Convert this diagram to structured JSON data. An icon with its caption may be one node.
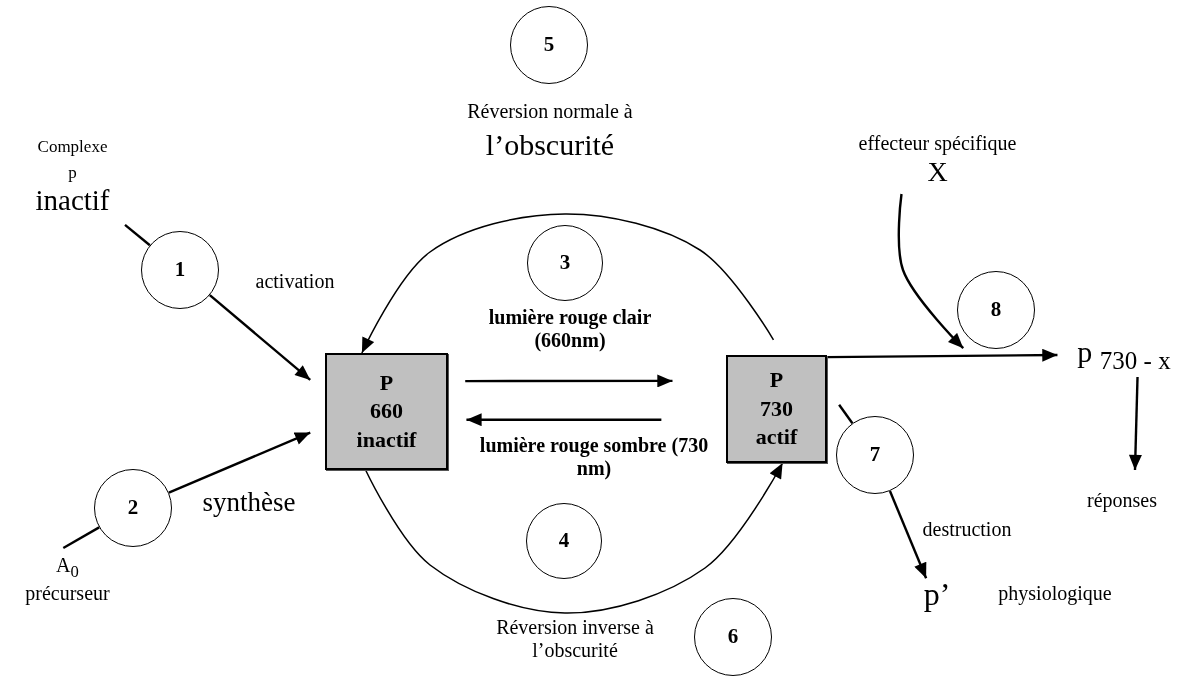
{
  "diagram": {
    "nodes": [
      {
        "text": [
          "Complexe",
          "p",
          "inactif"
        ]
      },
      {
        "text": [
          "1"
        ]
      },
      {
        "text": [
          "P 660 inactif"
        ]
      },
      {
        "text": [
          "2"
        ]
      },
      {
        "text": [
          "A$_{0}$",
          "précurseur"
        ]
      },
      {
        "text": [
          "P 730 actif"
        ]
      },
      {
        "text": [
          "3"
        ]
      },
      {
        "text": [
          "4"
        ]
      },
      {
        "text": [
          "5"
        ],
        "beside": [
          "Réversion normale à",
          "l’obscurité"
        ]
      },
      {
        "text": [
          "6"
        ],
        "beside": [
          "Réversion inverse à l’obscurité"
        ]
      },
      {
        "text": [
          "7"
        ]
      },
      {
        "text": [
          "p’"
        ]
      },
      {
        "text": [
          "8"
        ]
      },
      {
        "text": [
          "effecteur spécifique",
          "X"
        ]
      },
      {
        "text": [
          "p $_{730 - x}$"
        ]
      },
      {
        "text": [
          "réponses"
        ]
      }
    ],
    "edges": [
      {
        "from": 0,
        "to": 1,
        "arrow": "none"
      },
      {
        "from": 1,
        "to": 2,
        "arrow": "to",
        "label": "activation"
      },
      {
        "from": 4,
        "to": 3,
        "arrow": "none"
      },
      {
        "from": 3,
        "to": 2,
        "arrow": "to",
        "label": "synthèse"
      },
      {
        "from": 2,
        "to": 5,
        "arrow": "to",
        "label": "lumière rouge clair (660nm)"
      },
      {
        "from": 5,
        "to": 2,
        "arrow": "to",
        "label": "lumière rouge sombre (730 nm)"
      },
      {
        "from": 5,
        "to": 2,
        "arrow": "to"
      },
      {
        "from": 2,
        "to": 5,
        "arrow": "to"
      },
      {
        "from": 5,
        "to": 10,
        "arrow": "none"
      },
      {
        "from": 10,
        "to": 11,
        "arrow": "to",
        "label": "destruction"
      },
      {
        "from": 5,
        "to": 14,
        "arrow": "to"
      },
      {
        "from": 13,
        "to": 12,
        "arrow": "to"
      },
      {
        "from": 14,
        "to": 15,
        "arrow": "to"
      }
    ],
    "labels": [
      "physiologique"
    ]
  }
}
